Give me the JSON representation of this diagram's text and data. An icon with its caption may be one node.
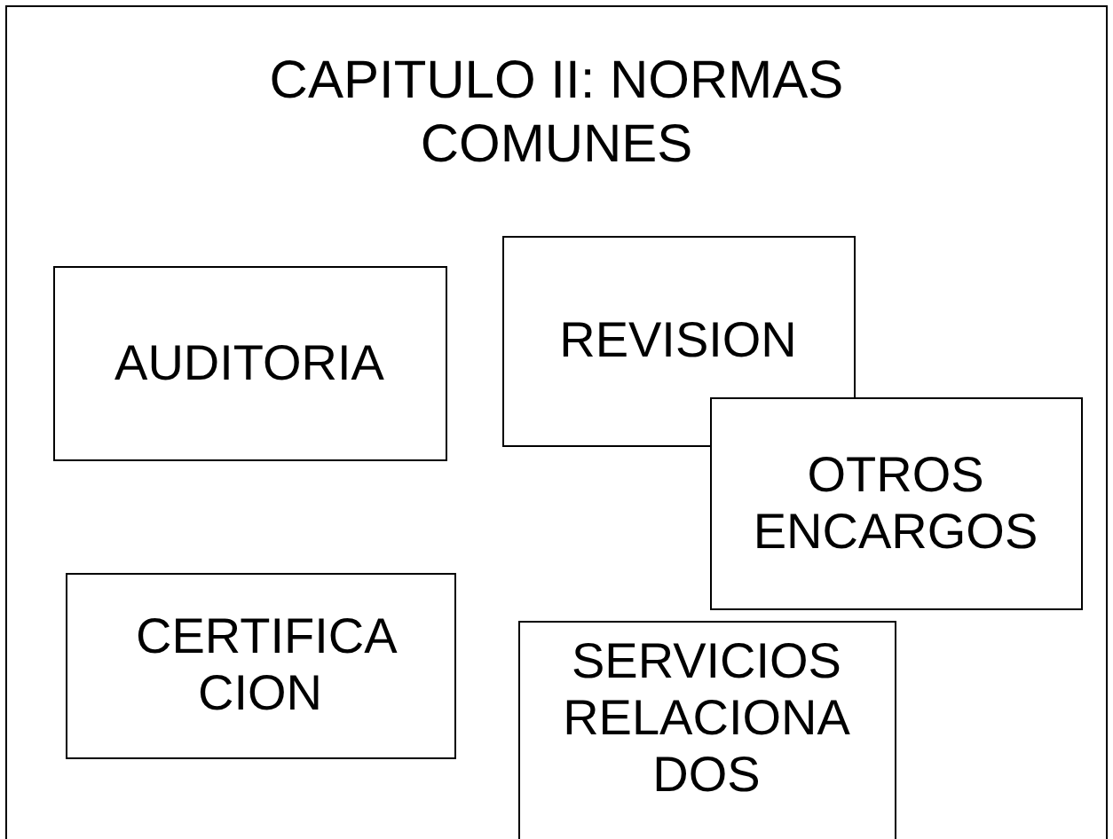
{
  "diagram": {
    "nodes": [
      {
        "text": [
          "CAPITULO II: NORMAS COMUNES"
        ]
      },
      {
        "text": [
          "AUDITORIA"
        ],
        "in": 0
      },
      {
        "text": [
          "REVISION"
        ],
        "in": 0
      },
      {
        "text": [
          "OTROS ENCARGOS"
        ],
        "in": 0
      },
      {
        "text": [
          "CERTIFICA CION"
        ],
        "in": 0
      },
      {
        "text": [
          "SERVICIOS RELACIONA DOS"
        ],
        "in": 0
      }
    ],
    "edges": []
  }
}
